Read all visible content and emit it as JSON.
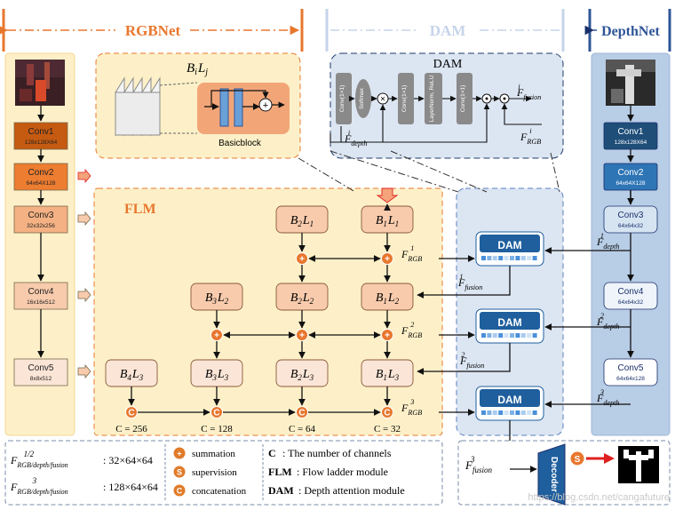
{
  "headers": {
    "rgbnet": "RGBNet",
    "dam": "DAM",
    "depthnet": "DepthNet"
  },
  "rgb_encoder": [
    {
      "name": "Conv1",
      "size": "128x128X64"
    },
    {
      "name": "Conv2",
      "size": "64x64X128"
    },
    {
      "name": "Conv3",
      "size": "32x32x256"
    },
    {
      "name": "Conv4",
      "size": "16x16x512"
    },
    {
      "name": "Conv5",
      "size": "8x8x512"
    }
  ],
  "depth_encoder": [
    {
      "name": "Conv1",
      "size": "128x128X64"
    },
    {
      "name": "Conv2",
      "size": "64x64X128"
    },
    {
      "name": "Conv3",
      "size": "64x64x32"
    },
    {
      "name": "Conv4",
      "size": "64x64x32"
    },
    {
      "name": "Conv5",
      "size": "64x64x128"
    }
  ],
  "bl_block": {
    "title_b": "B",
    "title_i": "i",
    "title_l": "L",
    "title_j": "j",
    "label": "Basicblock"
  },
  "dam_detail": {
    "title": "DAM",
    "conv1": "Conv(1×1)",
    "softmax": "Softmax",
    "conv2": "Conv(1×1)",
    "ln": "LayerNorm, ReLU",
    "conv3": "Conv(1×1)"
  },
  "flm": {
    "title": "FLM",
    "channels": [
      "C = 256",
      "C = 128",
      "C = 64",
      "C = 32"
    ],
    "blocks": [
      {
        "b": "2",
        "l": "1"
      },
      {
        "b": "1",
        "l": "1"
      },
      {
        "b": "3",
        "l": "2"
      },
      {
        "b": "2",
        "l": "2"
      },
      {
        "b": "1",
        "l": "2"
      },
      {
        "b": "4",
        "l": "3"
      },
      {
        "b": "3",
        "l": "3"
      },
      {
        "b": "2",
        "l": "3"
      },
      {
        "b": "1",
        "l": "3"
      }
    ]
  },
  "dam_module_label": "DAM",
  "decoder_label": "Decoder",
  "legend": {
    "half_sub": "RGB/depth/fusion",
    "half_sup": "1/2",
    "half_val": ": 32×64×64",
    "third_sub": "RGB/depth/fusion",
    "third_sup": "3",
    "third_val": ": 128×64×64",
    "items": [
      {
        "sym": "+",
        "text": "summation",
        "color": "#e07b2a"
      },
      {
        "sym": "S",
        "text": "supervision",
        "color": "#e07b2a"
      },
      {
        "sym": "C",
        "text": "concatenation",
        "color": "#e07b2a"
      }
    ],
    "defs": [
      {
        "key": "C",
        "text": ": The number of channels"
      },
      {
        "key": "FLM",
        "text": ": Flow ladder module"
      },
      {
        "key": "DAM",
        "text": ": Depth attention module"
      }
    ]
  },
  "watermark": "https://blog.csdn.net/cangafuture",
  "colors": {
    "orange": "#e8772e",
    "panel_yellow": "#fdf0c8",
    "panel_blue": "#dce6f2",
    "dam_dark": "#1f5f9e"
  }
}
